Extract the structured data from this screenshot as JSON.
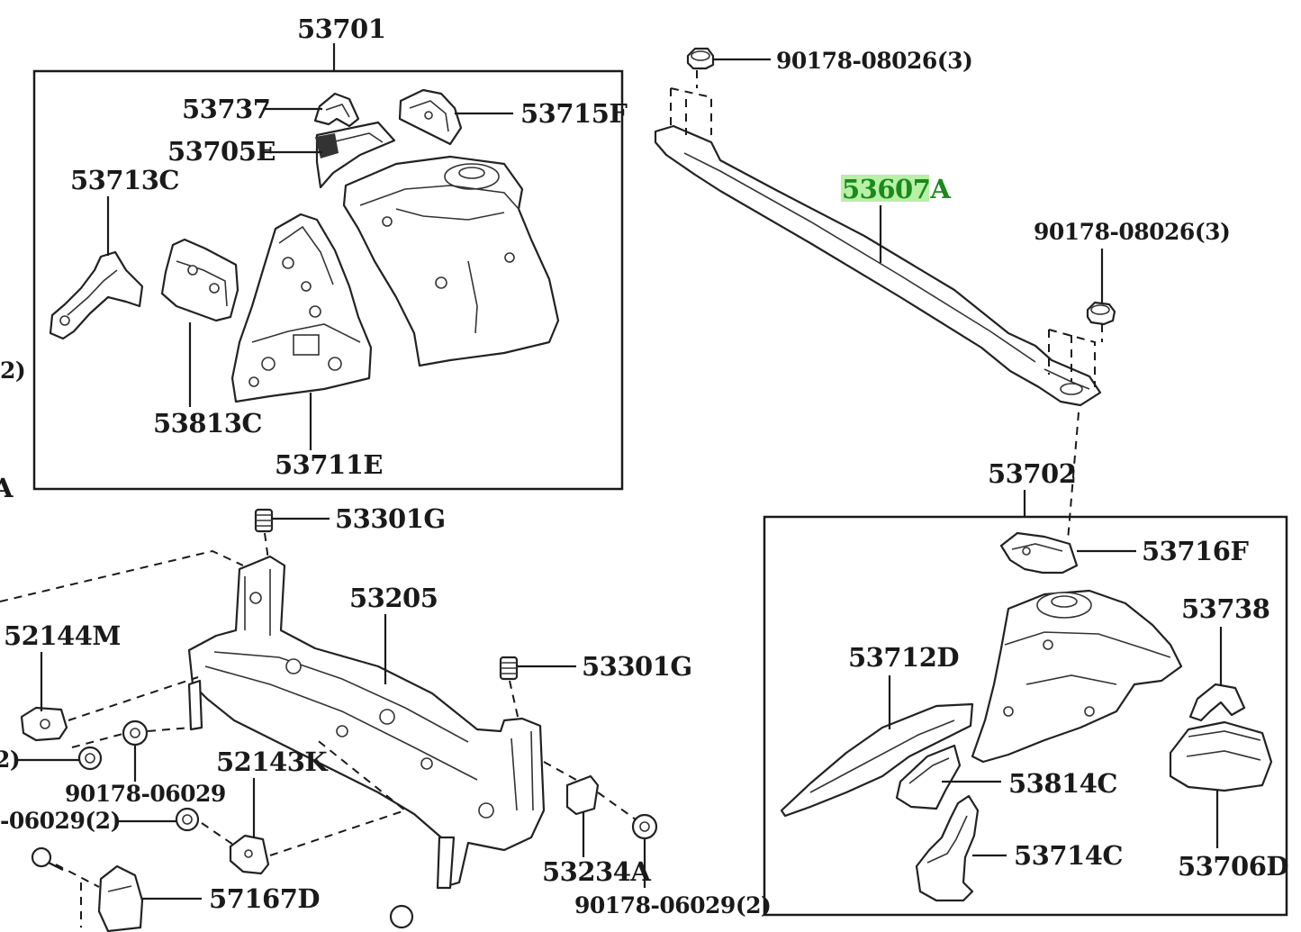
{
  "labels": {
    "p53701": "53701",
    "p53737": "53737",
    "p53715F": "53715F",
    "p53705E": "53705E",
    "p53713C": "53713C",
    "p53813C": "53813C",
    "p53711E": "53711E",
    "p90178_top": "90178-08026(3)",
    "p53607A": "53607A",
    "p90178_right": "90178-08026(3)",
    "p53702": "53702",
    "p53716F": "53716F",
    "p53738": "53738",
    "p53712D": "53712D",
    "p53814C": "53814C",
    "p53714C": "53714C",
    "p53706D": "53706D",
    "p53301G_a": "53301G",
    "p53205": "53205",
    "p53301G_b": "53301G",
    "p52144M": "52144M",
    "p52143K": "52143K",
    "p90178_06029": "90178-06029",
    "p06029_2": "-06029(2)",
    "p57167D": "57167D",
    "p53234A": "53234A",
    "p90178_06029_2": "90178-06029(2)",
    "edge_2_right": "2)",
    "edge_2_left": "2)",
    "edge_A": "A"
  },
  "highlight_color": "#1a8a1a",
  "highlight_bg": "#b8f0a8"
}
